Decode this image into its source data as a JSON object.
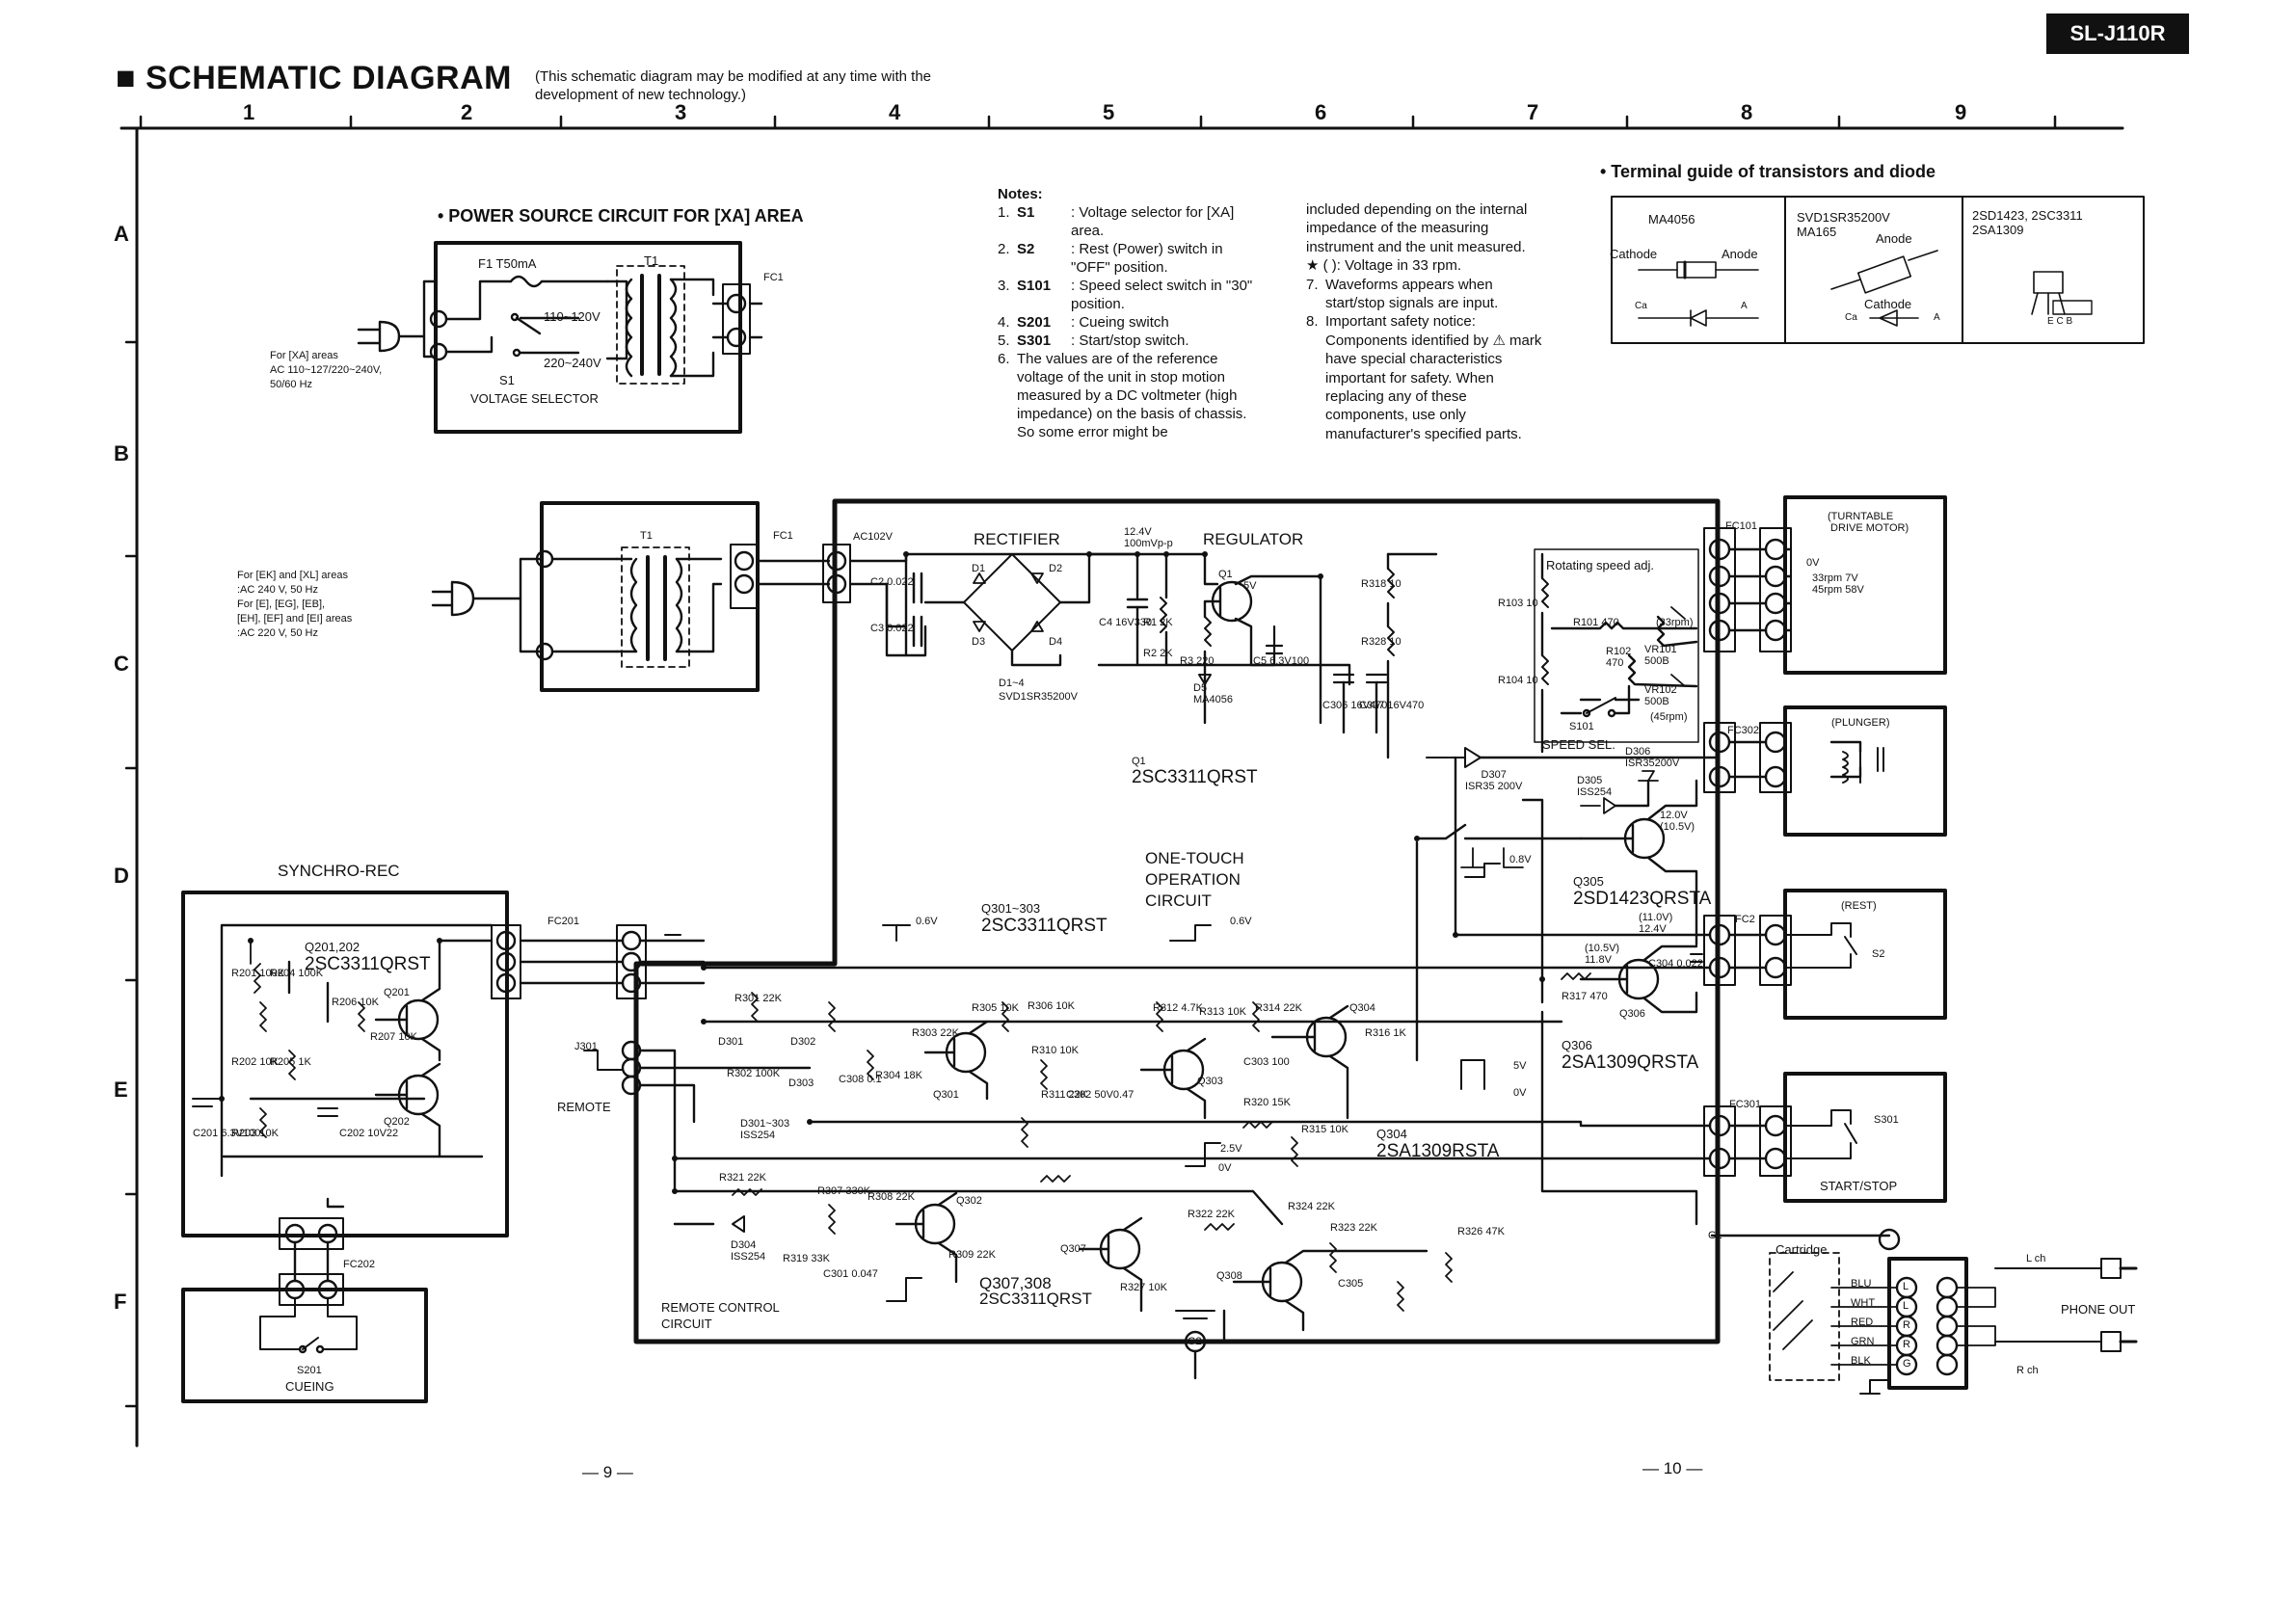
{
  "model": "SL-J110R",
  "title": "■ SCHEMATIC DIAGRAM",
  "title_note": "(This schematic diagram may be modified at any time with the\ndevelopment of new technology.)",
  "grid": {
    "columns": [
      "1",
      "2",
      "3",
      "4",
      "5",
      "6",
      "7",
      "8",
      "9"
    ],
    "rows": [
      "A",
      "B",
      "C",
      "D",
      "E",
      "F"
    ]
  },
  "power_source": {
    "heading": "• POWER SOURCE CIRCUIT FOR [XA] AREA",
    "fuse": "F1 T50mA",
    "transformer": "T1",
    "tap_high": "110~120V",
    "tap_low": "220~240V",
    "selector_ref": "S1",
    "selector_label": "VOLTAGE SELECTOR",
    "connector": "FC1",
    "area_note": "For [XA] areas\nAC 110~127/220~240V,\n50/60 Hz"
  },
  "power_other": {
    "transformer": "T1",
    "connector": "FC1",
    "area_note": "For [EK] and [XL] areas\n:AC 240 V, 50 Hz\nFor [E], [EG], [EB],\n[EH], [EF] and [EI] areas\n:AC 220 V, 50 Hz"
  },
  "notes": {
    "heading": "Notes:",
    "items": [
      {
        "num": "1.",
        "key": "S1",
        "text": ": Voltage selector for [XA] area."
      },
      {
        "num": "2.",
        "key": "S2",
        "text": ": Rest (Power) switch in \"OFF\" position."
      },
      {
        "num": "3.",
        "key": "S101",
        "text": ": Speed select switch in \"30\" position."
      },
      {
        "num": "4.",
        "key": "S201",
        "text": ": Cueing switch"
      },
      {
        "num": "5.",
        "key": "S301",
        "text": ": Start/stop switch."
      },
      {
        "num": "6.",
        "key": "",
        "text": "The values are of the reference voltage of the unit in stop motion measured by a DC voltmeter (high impedance) on the basis of chassis. So some error might be"
      }
    ],
    "continued": "included depending on the internal impedance of the measuring instrument and the unit measured.",
    "star_note": "★ (         ): Voltage in 33 rpm.",
    "items2": [
      {
        "num": "7.",
        "text": "Waveforms appears when start/stop signals are input."
      },
      {
        "num": "8.",
        "text": "Important safety notice: Components identified by ⚠ mark have special characteristics important for safety. When replacing any of these components, use only manufacturer's specified parts."
      }
    ]
  },
  "terminal_guide": {
    "heading": "• Terminal guide of transistors and diode",
    "cells": [
      {
        "part": "MA4056",
        "cathode": "Cathode",
        "anode": "Anode",
        "ca": "Ca",
        "a": "A"
      },
      {
        "part": "SVD1SR35200V\nMA165",
        "cathode": "Cathode",
        "anode": "Anode",
        "ca": "Ca",
        "a": "A"
      },
      {
        "part": "2SD1423, 2SC3311\n2SA1309",
        "ecb": "E C B"
      }
    ]
  },
  "main_board": {
    "ac_label": "AC102V",
    "rectifier": "RECTIFIER",
    "regulator": "REGULATOR",
    "reg_voltage": "12.4V\n100mVp-p",
    "q1_voltage": "5V",
    "diodes": [
      "D1",
      "D2",
      "D3",
      "D4"
    ],
    "diode_part": "D1~4\nSVD1SR35200V",
    "q1_ref": "Q1",
    "q1_part": "2SC3311QRST",
    "caps": [
      "C2 0.022",
      "C3 0.022",
      "C4 16V330",
      "C5 6.3V100",
      "C306 16V470",
      "C307 16V470"
    ],
    "resistors": [
      "R1 2K",
      "R2 2K",
      "R3 220",
      "R318 10",
      "R328 10",
      "R103 10",
      "R104 10"
    ],
    "d5": "D5\nMA4056",
    "rotating_speed": "Rotating speed adj.",
    "r101": "R101 470",
    "r102": "R102\n470",
    "vr101": "VR101\n500B",
    "vr102": "VR102\n500B",
    "speed_33": "(33rpm)",
    "speed_45": "(45rpm)",
    "s101": "S101",
    "speed_sel": "SPEED SEL.",
    "d307": "D307\nISR35 200V",
    "d305": "D305\nISS254",
    "d306": "D306\nISR35200V",
    "one_touch": "ONE-TOUCH\nOPERATION\nCIRCUIT",
    "q301_303_ref": "Q301~303",
    "q301_303_part": "2SC3311QRST",
    "q305_ref": "Q305",
    "q305_part": "2SD1423QRSTA",
    "q306_ref": "Q306",
    "q306_part": "2SA1309QRSTA",
    "q304_ref": "Q304",
    "q304_part": "2SA1309RSTA",
    "q307_308": "Q307,308\n2SC3311QRST",
    "remote_control": "REMOTE CONTROL\nCIRCUIT",
    "remote": "REMOTE",
    "j301": "J301",
    "d301_303": "D301~303\nISS254",
    "d304": "D304\nISS254",
    "v_12_0": "12.0V\n(10.5V)",
    "v_11_0": "(11.0V)\n12.4V",
    "v_10_5": "(10.5V)\n11.8V",
    "v_0_8": "0.8V",
    "v_0_6": "0.6V",
    "v_5": "5V",
    "v_0": "0V",
    "v_2_5": "2.5V",
    "misc_refs": [
      "R301 22K",
      "D301",
      "D302",
      "D303",
      "R302 100K",
      "R303 22K",
      "R304 18K",
      "R305 10K",
      "R306 10K",
      "R307 330K",
      "R308 22K",
      "R309 22K",
      "R310 10K",
      "R311 22K",
      "R312 4.7K",
      "R313 10K",
      "R314 22K",
      "R315 10K",
      "R316 1K",
      "R317 470",
      "R319 33K",
      "R320 15K",
      "R321 22K",
      "R322 22K",
      "R323 22K",
      "R324 22K",
      "R326 47K",
      "R327 10K",
      "C301 0.047",
      "C302 50V0.47",
      "C303 100",
      "C304 0.022",
      "C305",
      "C308 0.1",
      "Q301",
      "Q302",
      "Q303",
      "Q304",
      "Q306",
      "Q307",
      "Q308"
    ],
    "fc_labels": [
      "FC101",
      "FC302",
      "FC2",
      "FC301",
      "FC201",
      "FC202",
      "G1",
      "G2"
    ]
  },
  "synchro": {
    "heading": "SYNCHRO-REC",
    "q_ref": "Q201,202",
    "q_part": "2SC3311QRST",
    "parts": [
      "R201 100K",
      "R203 10K",
      "R204 100K",
      "R205 1K",
      "R206 10K",
      "R207 10K",
      "R202 10K",
      "C201 6.3V100",
      "C202 10V22",
      "Q201",
      "Q202"
    ],
    "connector": "FC201"
  },
  "cueing": {
    "switch": "S201",
    "label": "CUEING",
    "connector": "FC202"
  },
  "turntable": {
    "title": "(TURNTABLE\n DRIVE MOTOR)",
    "ov": "0V",
    "speeds": "33rpm 7V\n45rpm 58V"
  },
  "plunger": {
    "title": "(PLUNGER)"
  },
  "rest": {
    "title": "(REST)",
    "switch": "S2"
  },
  "startstop": {
    "switch": "S301",
    "label": "START/STOP"
  },
  "cartridge": {
    "title": "Cartridge",
    "wires": [
      "BLU",
      "WHT",
      "RED",
      "GRN",
      "BLK"
    ],
    "pins": [
      "L",
      "L",
      "R",
      "R",
      "G"
    ],
    "l_ch": "L ch",
    "r_ch": "R ch",
    "phone_out": "PHONE OUT"
  },
  "page_numbers": [
    "— 9 —",
    "— 10 —"
  ]
}
